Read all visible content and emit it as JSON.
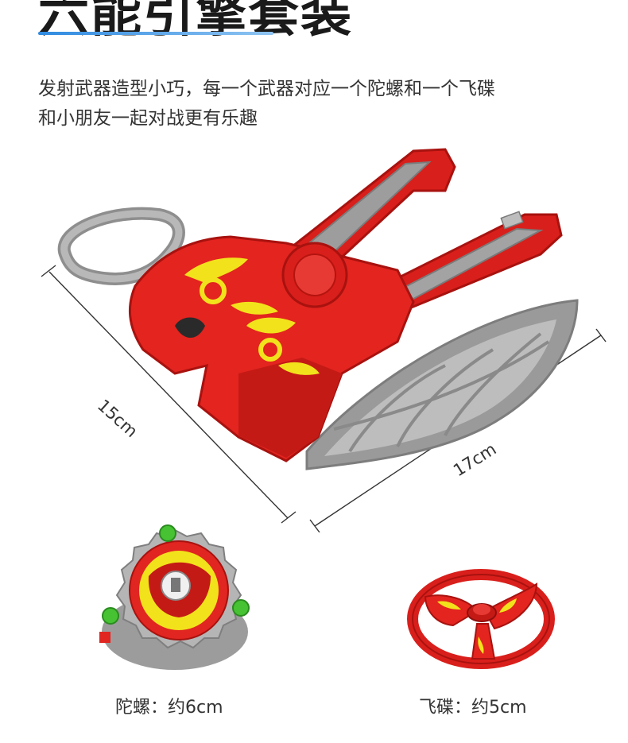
{
  "header": {
    "title": "六能引擎套装",
    "description_lines": [
      "发射武器造型小巧，每一个武器对应一个陀螺和一个飞碟",
      "和小朋友一起对战更有乐趣"
    ]
  },
  "dimensions": {
    "width_label": "15cm",
    "length_label": "17cm"
  },
  "parts": [
    {
      "caption": "陀螺：约6cm",
      "icon": "spinning-top-icon"
    },
    {
      "caption": "飞碟：约5cm",
      "icon": "flying-disc-icon"
    }
  ],
  "colors": {
    "accent_blue": "#2f8ae0",
    "toy_red": "#e3241f",
    "toy_yellow": "#f2e21c",
    "toy_grey": "#a6a6a6"
  }
}
